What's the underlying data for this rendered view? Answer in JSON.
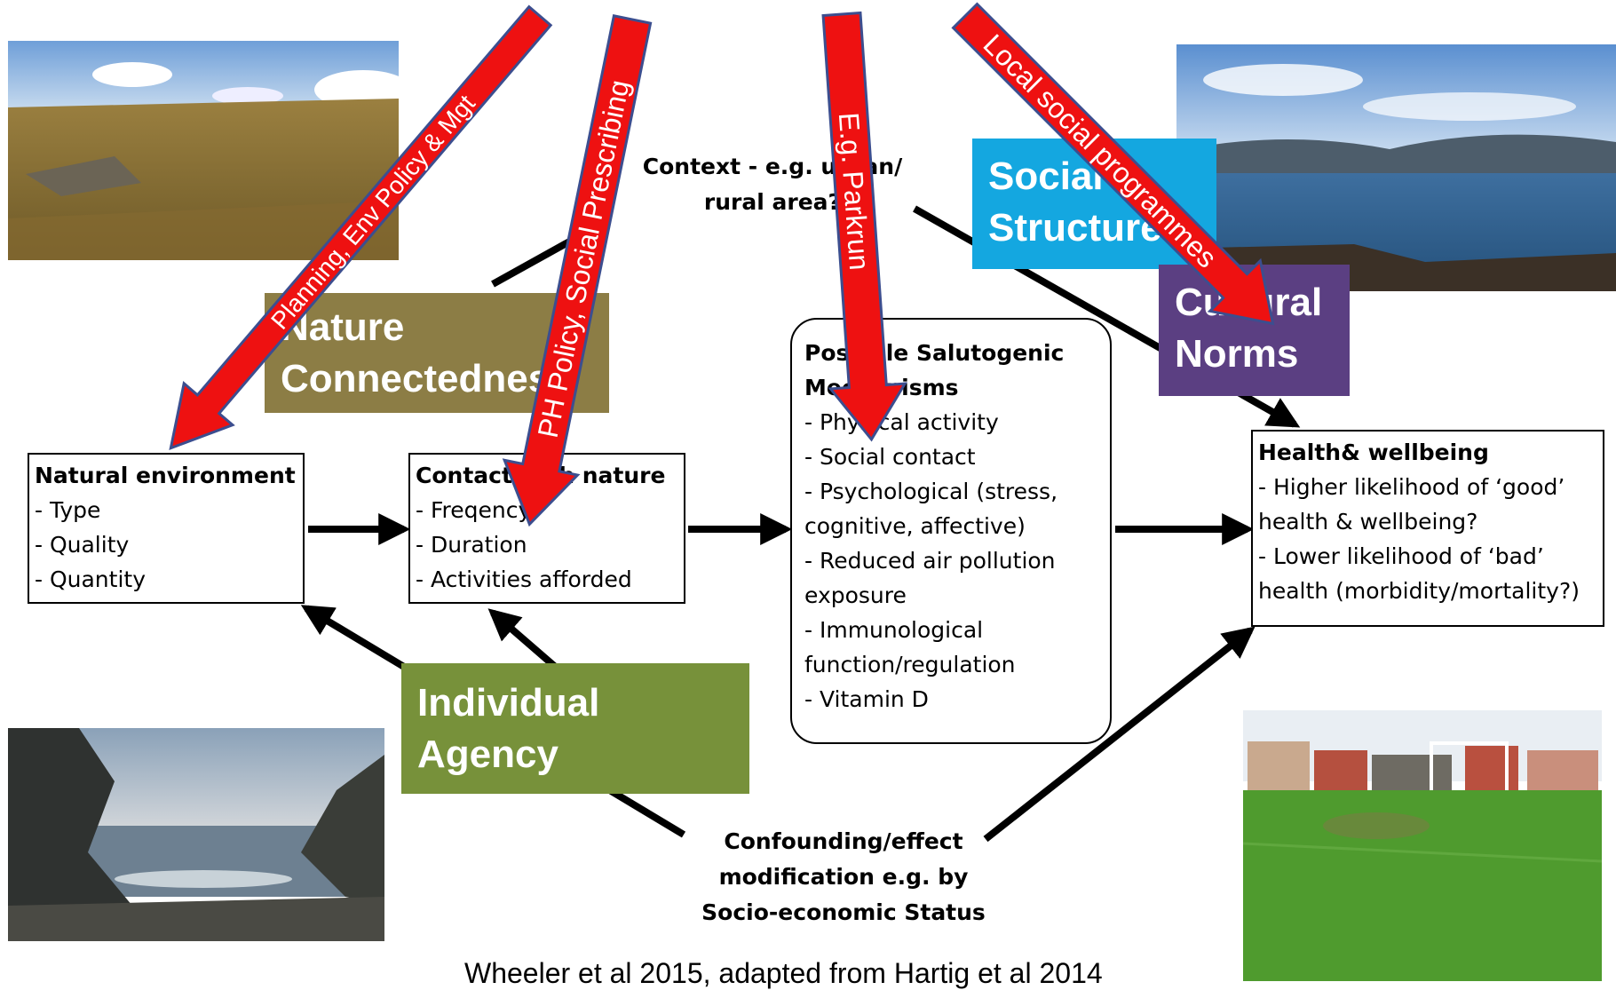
{
  "boxes": {
    "natural_environment": {
      "title": "Natural environment",
      "items": [
        "- Type",
        "- Quality",
        "- Quantity"
      ]
    },
    "contact_with_nature": {
      "title": "Contact with nature",
      "items": [
        "- Freqency",
        "- Duration",
        "- Activities afforded"
      ]
    },
    "mechanisms": {
      "title_line1": "Possible Salutogenic",
      "title_line2": "Mechanisms",
      "items": [
        "- Physical activity",
        "- Social contact",
        "- Psychological (stress, cognitive, affective)",
        "- Reduced air pollution exposure",
        "- Immunological function/regulation",
        "- Vitamin D"
      ]
    },
    "health": {
      "title": "Health& wellbeing",
      "items": [
        "- Higher likelihood of ‘good’ health & wellbeing?",
        "- Lower likelihood of ‘bad’ health (morbidity/mortality?)"
      ]
    }
  },
  "labels": {
    "context_line1": "Context - e.g. urban/",
    "context_line2": "rural area?",
    "confounding_line1": "Confounding/effect",
    "confounding_line2": "modification e.g. by",
    "confounding_line3": "Socio-economic Status"
  },
  "themes": {
    "nature_connectedness": {
      "line1": "Nature",
      "line2": "Connectedness",
      "color": "#8c7d45"
    },
    "individual_agency": {
      "line1": "Individual",
      "line2": "Agency",
      "color": "#77913a"
    },
    "social_structures": {
      "line1": "Social",
      "line2": "Structures",
      "color": "#14a7e0"
    },
    "cultural_norms": {
      "line1": "Cultural",
      "line2": "Norms",
      "color": "#5b3f82"
    }
  },
  "red_arrows": {
    "planning": "Planning, Env Policy & Mgt",
    "ph_policy": "PH Policy, Social Prescribing",
    "parkrun": "E.g. Parkrun",
    "local": "Local social programmes",
    "color": "#ee1111"
  },
  "citation": "Wheeler et al 2015, adapted from Hartig et al 2014"
}
